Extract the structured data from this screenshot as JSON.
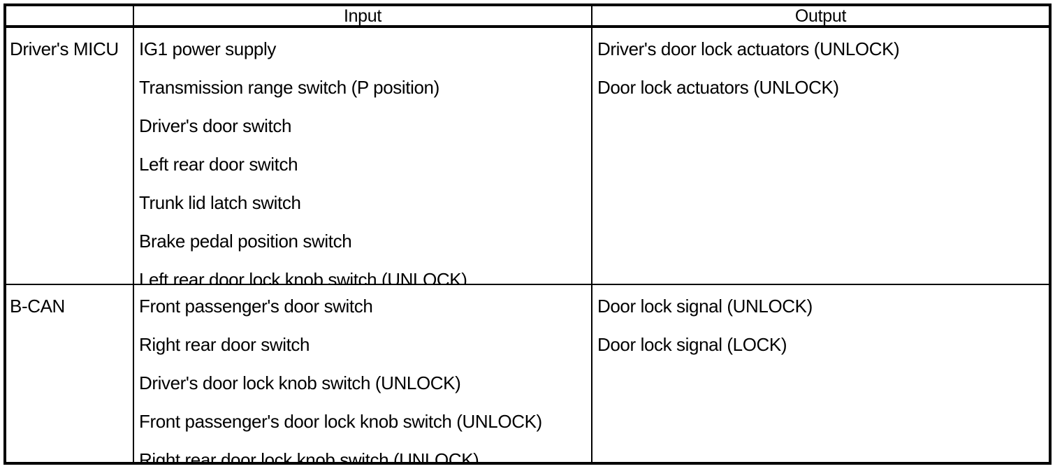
{
  "table": {
    "columns": [
      {
        "key": "module",
        "label": ""
      },
      {
        "key": "input",
        "label": "Input"
      },
      {
        "key": "output",
        "label": "Output"
      }
    ],
    "header": {
      "module_label": "",
      "input_label": "Input",
      "output_label": "Output"
    },
    "sections": [
      {
        "module": "Driver's MICU",
        "inputs": [
          "IG1 power supply",
          "Transmission range switch (P position)",
          "Driver's door switch",
          "Left rear door switch",
          "Trunk lid latch switch",
          "Brake pedal position switch",
          "Left rear door lock knob switch (UNLOCK)"
        ],
        "outputs": [
          "Driver's door lock actuators (UNLOCK)",
          "Door lock actuators (UNLOCK)"
        ]
      },
      {
        "module": "B-CAN",
        "inputs": [
          "Front passenger's door switch",
          "Right rear door switch",
          "Driver's door lock knob switch (UNLOCK)",
          "Front passenger's door lock knob switch (UNLOCK)",
          "Right rear door lock knob switch (UNLOCK)"
        ],
        "outputs": [
          "Door lock signal (UNLOCK)",
          "Door lock signal (LOCK)"
        ]
      }
    ]
  },
  "colors": {
    "border": "#000000",
    "text": "#000000",
    "background": "#ffffff"
  }
}
